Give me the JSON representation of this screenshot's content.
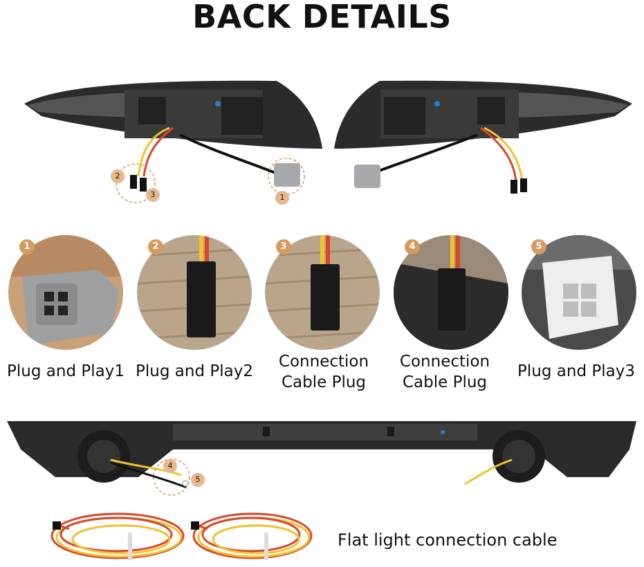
{
  "page": {
    "title": "BACK DETAILS"
  },
  "top_callouts": {
    "left_plug_numbers": [
      "2",
      "3"
    ],
    "left_connector_number": "1"
  },
  "detail_circles": [
    {
      "number": "1",
      "label": "Plug and Play1"
    },
    {
      "number": "2",
      "label": "Plug and Play2"
    },
    {
      "number": "3",
      "label_line1": "Connection",
      "label_line2": "Cable Plug"
    },
    {
      "number": "4",
      "label_line1": "Connection",
      "label_line2": "Cable Plug"
    },
    {
      "number": "5",
      "label": "Plug and Play3"
    }
  ],
  "bottom_callouts": {
    "number_a": "4",
    "number_b": "5"
  },
  "cable_caption": "Flat light connection cable",
  "colors": {
    "badge": "#d69a5d",
    "lamp_housing": "#2a2a2a",
    "wire_yellow": "#f2c12e",
    "wire_red": "#d8462a",
    "plug_grey": "#a7a9ac"
  }
}
